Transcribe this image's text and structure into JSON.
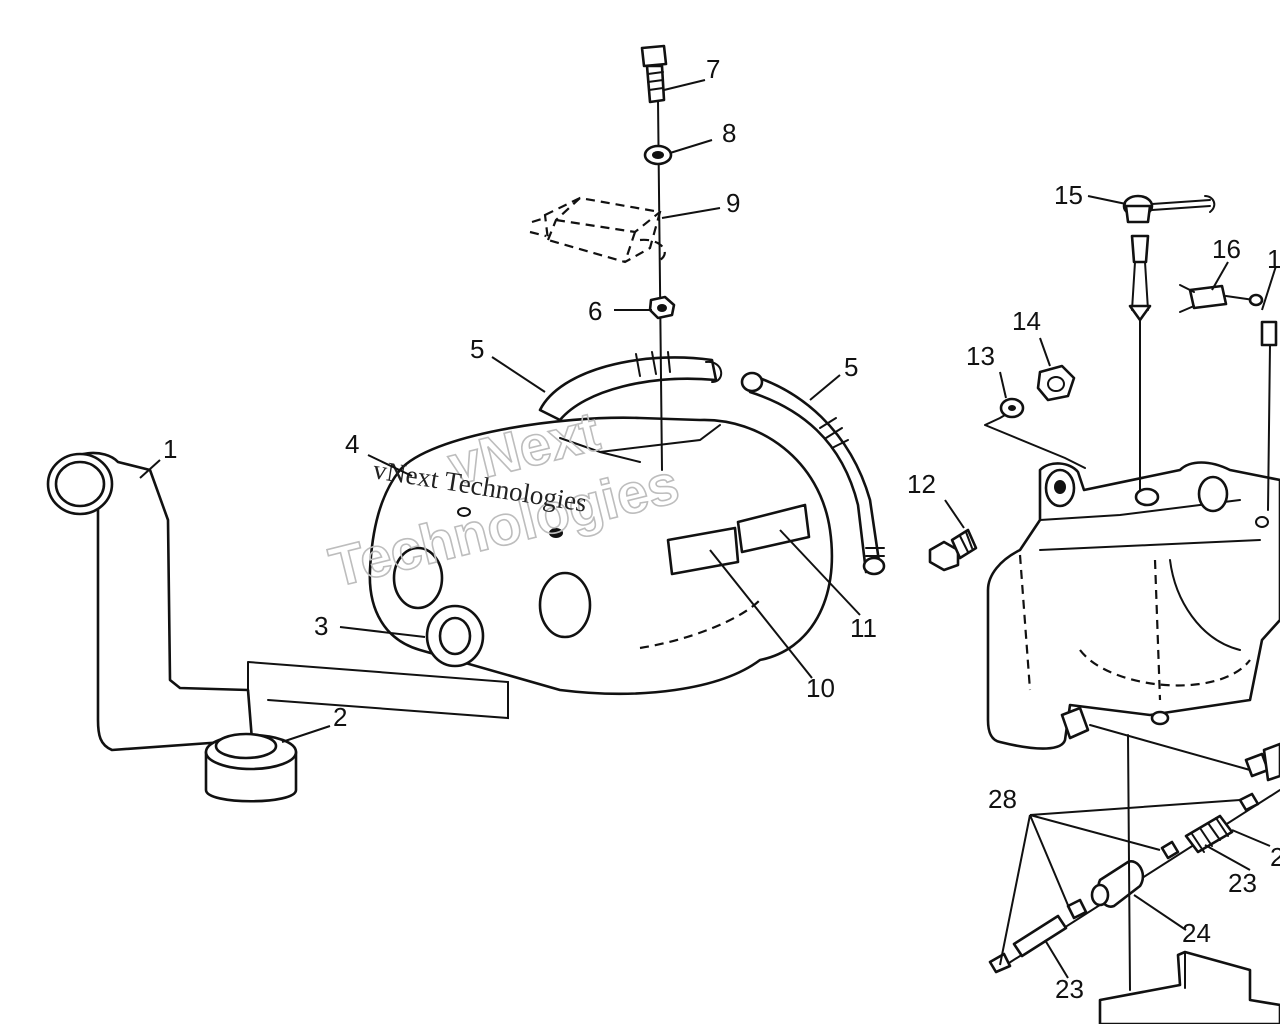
{
  "watermark": {
    "outline_line1": "vNext",
    "outline_line2": "Technologies",
    "serif_text": "vNext Technologies"
  },
  "callouts": {
    "c1": "1",
    "c2": "2",
    "c3": "3",
    "c4": "4",
    "c5a": "5",
    "c5b": "5",
    "c6": "6",
    "c7": "7",
    "c8": "8",
    "c9": "9",
    "c10": "10",
    "c11": "11",
    "c12": "12",
    "c13": "13",
    "c14": "14",
    "c15": "15",
    "c16": "16",
    "c17": "1",
    "c22": "2",
    "c23a": "23",
    "c23b": "23",
    "c24": "24",
    "c28": "28"
  }
}
